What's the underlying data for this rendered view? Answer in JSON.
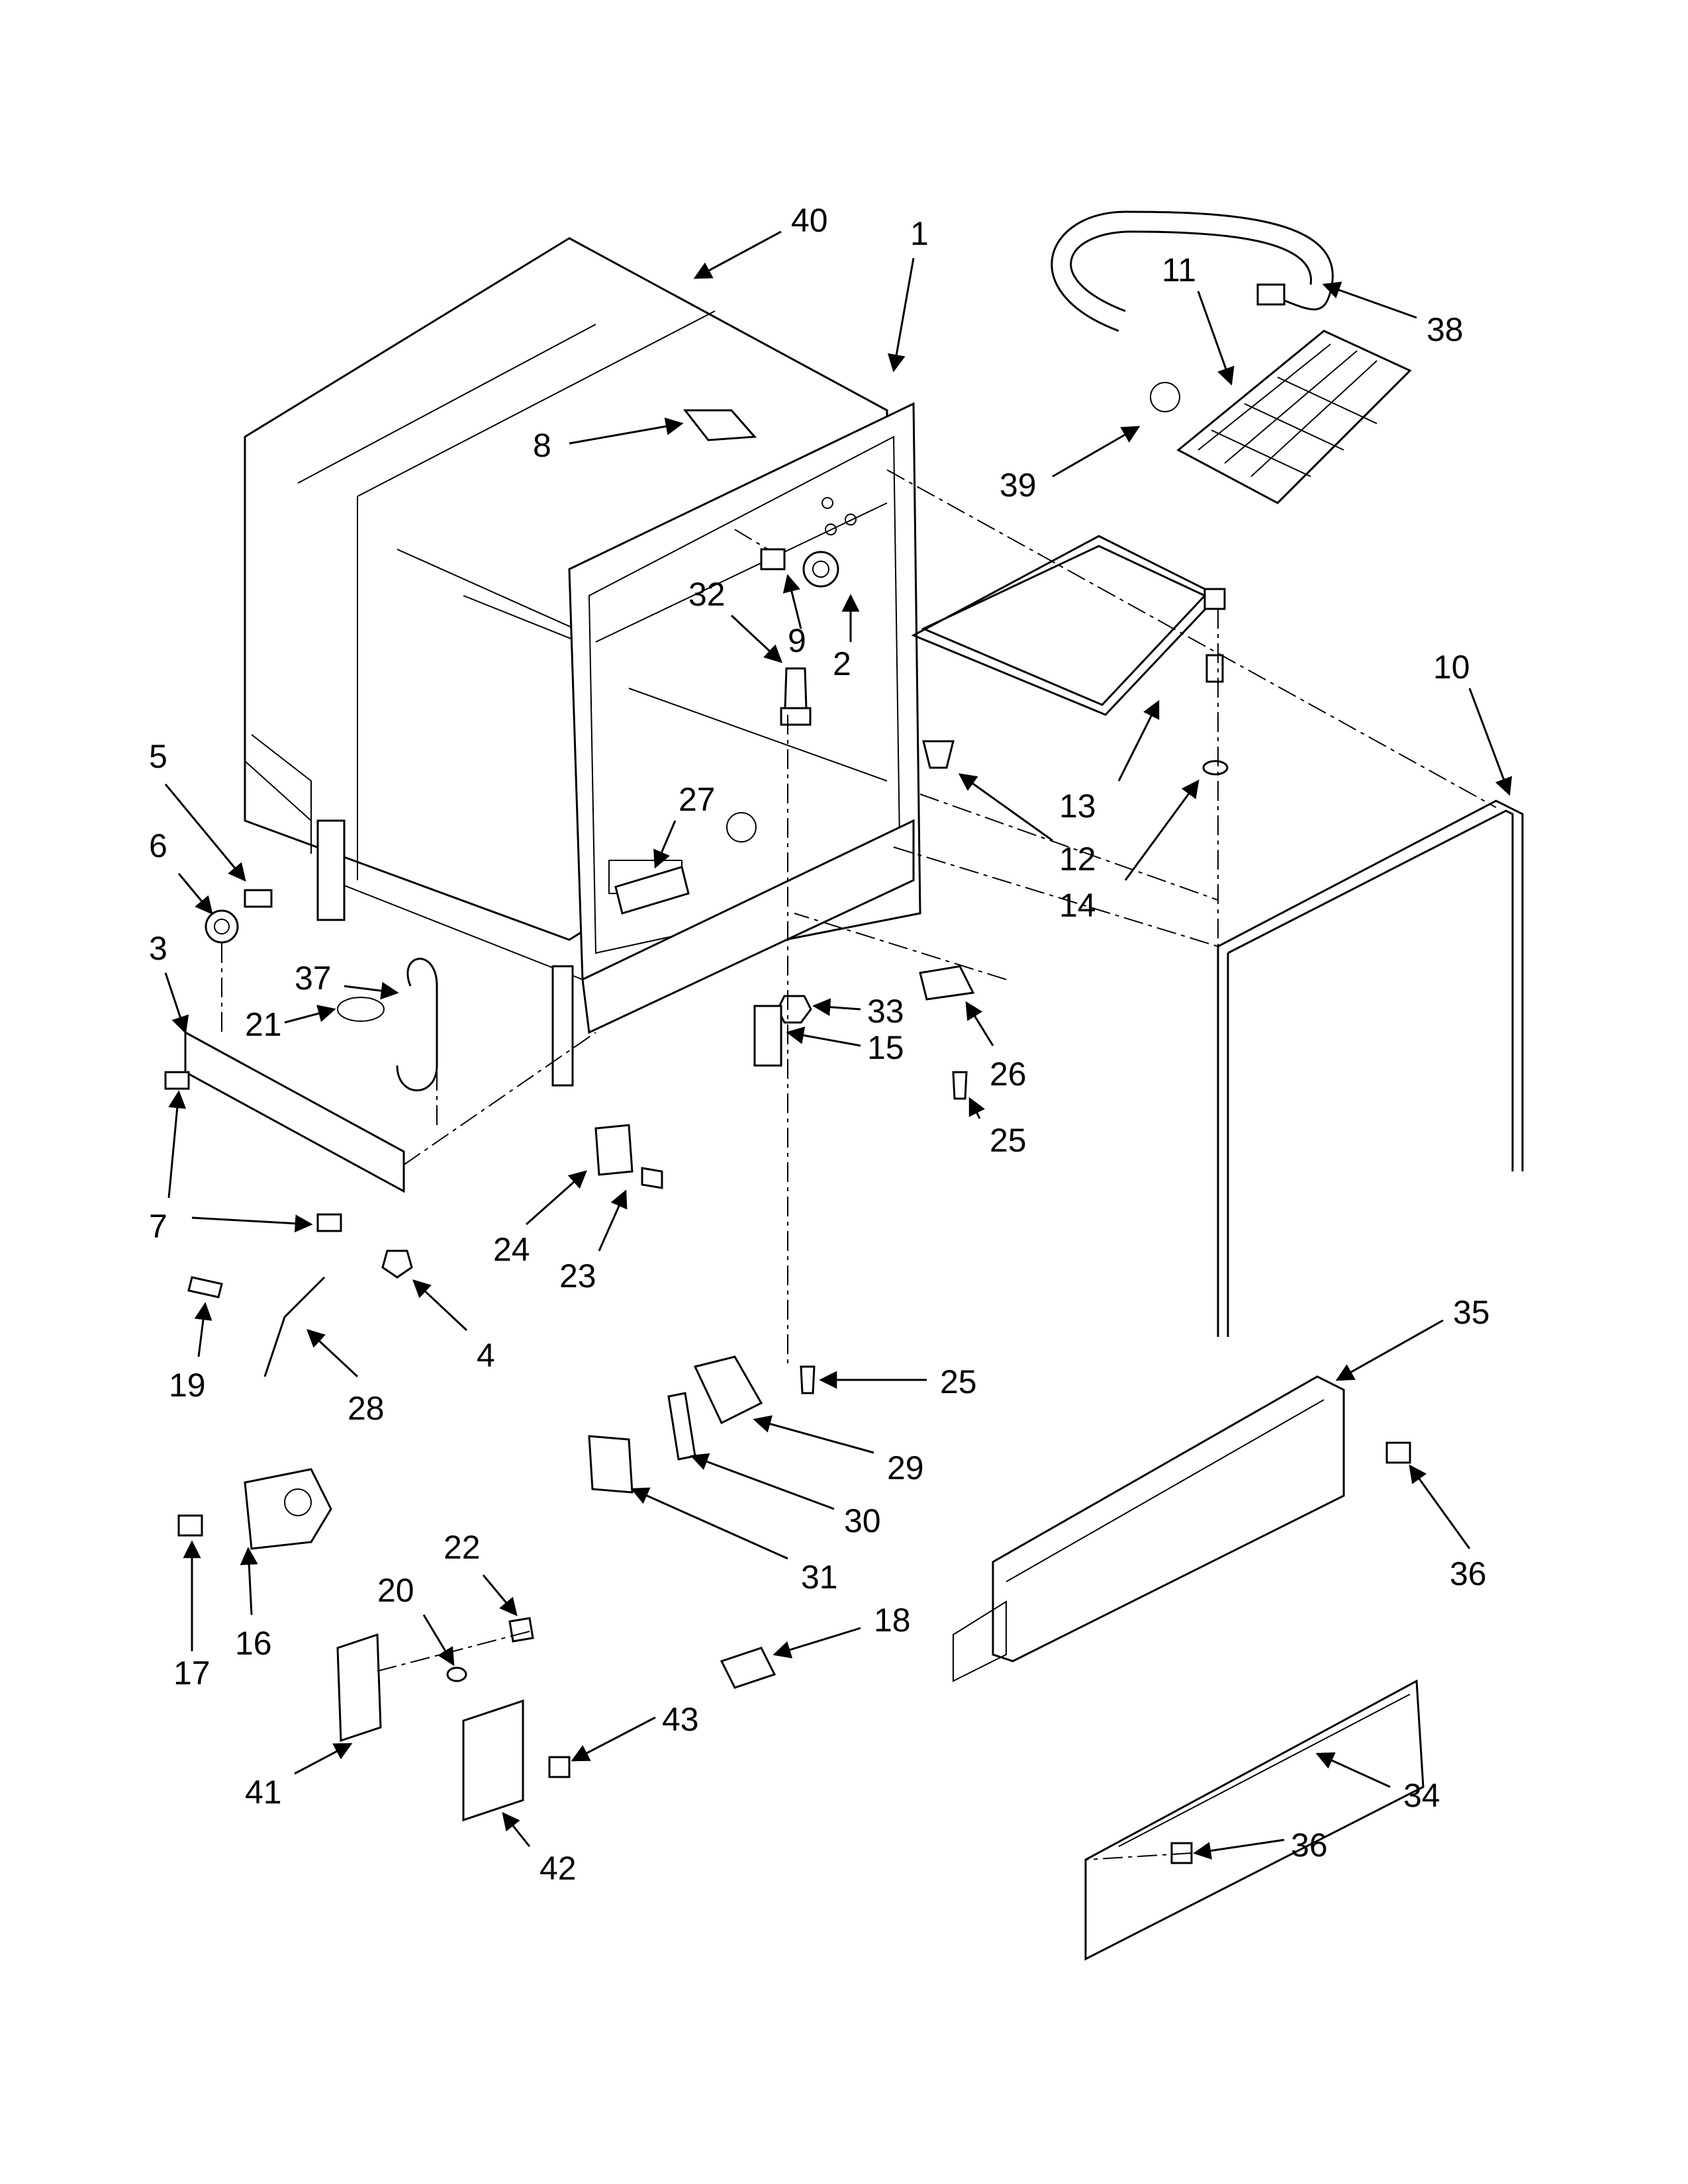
{
  "part_labels": [
    "1",
    "2",
    "3",
    "4",
    "5",
    "6",
    "7",
    "8",
    "9",
    "10",
    "11",
    "12",
    "13",
    "14",
    "15",
    "16",
    "17",
    "18",
    "19",
    "20",
    "21",
    "22",
    "23",
    "24",
    "25",
    "25",
    "26",
    "27",
    "28",
    "29",
    "30",
    "31",
    "32",
    "33",
    "34",
    "35",
    "36",
    "36",
    "37",
    "38",
    "39",
    "40",
    "41",
    "42",
    "43"
  ]
}
